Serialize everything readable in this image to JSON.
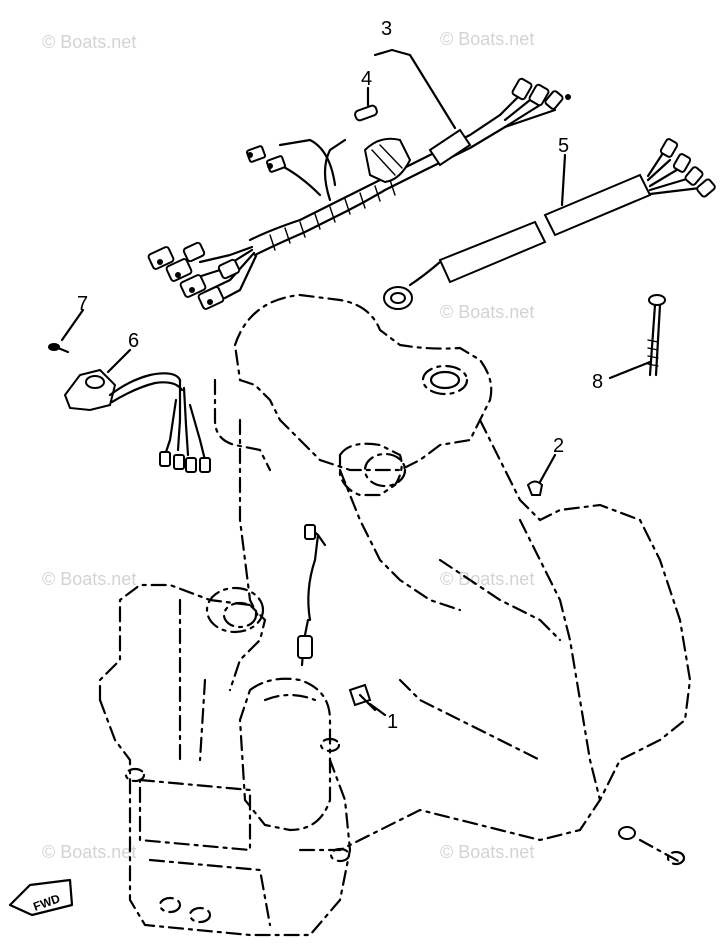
{
  "watermark": "© Boats.net",
  "fwd_label": "FWD",
  "callouts": [
    {
      "id": "c1",
      "label": "1"
    },
    {
      "id": "c2",
      "label": "2"
    },
    {
      "id": "c3",
      "label": "3"
    },
    {
      "id": "c4",
      "label": "4"
    },
    {
      "id": "c5",
      "label": "5"
    },
    {
      "id": "c6",
      "label": "6"
    },
    {
      "id": "c7",
      "label": "7"
    },
    {
      "id": "c8",
      "label": "8"
    }
  ]
}
